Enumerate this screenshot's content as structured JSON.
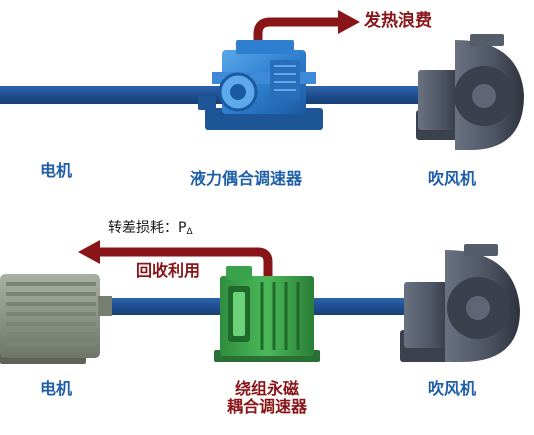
{
  "top": {
    "motor_label": "电机",
    "coupler_label": "液力偶合调速器",
    "fan_label": "吹风机",
    "loss_label": "发热浪费"
  },
  "bottom": {
    "motor_label": "电机",
    "coupler_label_line1": "绕组永磁",
    "coupler_label_line2": "耦合调速器",
    "fan_label": "吹风机",
    "slip_loss_label": "转差损耗：P",
    "slip_loss_subscript": "Δ",
    "recycle_label": "回收利用"
  },
  "colors": {
    "shaft": "#1e4f91",
    "arrow": "#8a1518",
    "label_blue": "#1f5fa8",
    "coupler_blue": "#2f7fd0",
    "coupler_green": "#3aa24a",
    "motor_gray": "#8c9488",
    "fan_gray": "#4b5260"
  }
}
